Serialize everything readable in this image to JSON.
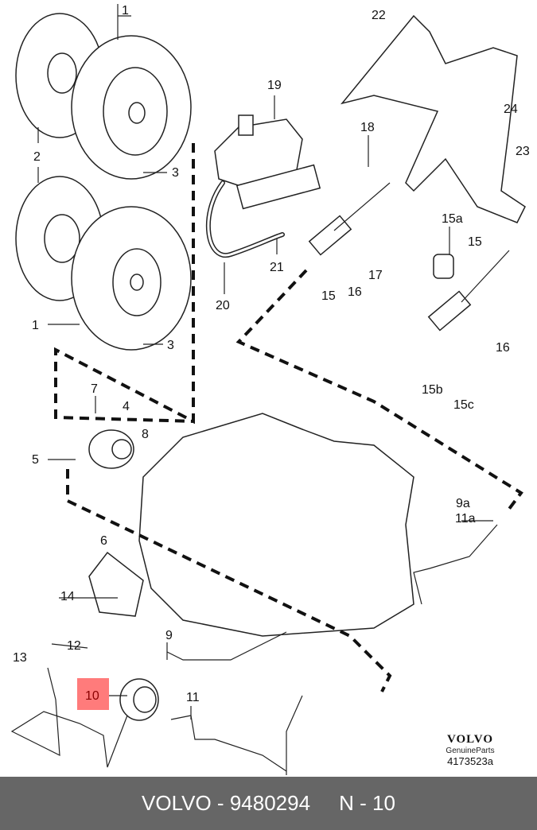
{
  "diagram": {
    "highlight_color": "#ff7b7b",
    "labels": [
      "1",
      "2",
      "3",
      "1",
      "3",
      "7",
      "4",
      "8",
      "5",
      "6",
      "14",
      "12",
      "13",
      "9",
      "10",
      "11",
      "22",
      "19",
      "18",
      "24",
      "23",
      "21",
      "17",
      "16",
      "15",
      "20",
      "15a",
      "15",
      "16",
      "15b",
      "15c",
      "9a",
      "11a"
    ]
  },
  "brand": {
    "logo": "VOLVO",
    "subtitle": "GenuineParts",
    "diagram_number": "4173523a"
  },
  "footer": {
    "text": "VOLVO - 9480294     N - 10"
  }
}
